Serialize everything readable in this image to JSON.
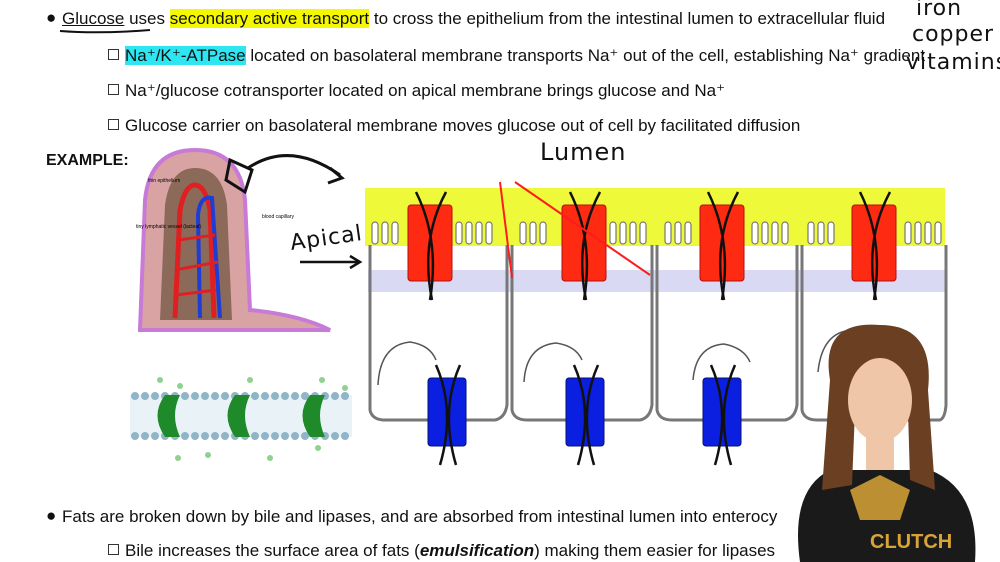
{
  "bullets": {
    "glucose": {
      "word": "Glucose",
      "uses": " uses ",
      "highlight": "secondary active transport",
      "rest": " to cross the epithelium from the intestinal lumen to extracellular fluid"
    },
    "sub1": {
      "highlight": "Na⁺/K⁺-ATPase",
      "rest": " located on basolateral membrane transports Na⁺ out of the cell, establishing Na⁺ gradient"
    },
    "sub2": {
      "text": "Na⁺/glucose cotransporter located on apical membrane brings glucose and Na⁺"
    },
    "sub3": {
      "text": "Glucose carrier on basolateral membrane moves glucose out of cell by facilitated diffusion"
    },
    "fats": {
      "text": "Fats are broken down by bile and lipases, and are absorbed from intestinal lumen into enterocy"
    },
    "bile": {
      "pre": "Bile increases the surface area of fats (",
      "em": "emulsification",
      "post": ") making them easier for lipases"
    }
  },
  "example_label": "EXAMPLE:",
  "handwriting": {
    "lumen": "Lumen",
    "apical": "Apical",
    "iron": "iron",
    "copper": "copper",
    "vitamins": "vitamins"
  },
  "villus_labels": {
    "thin_epithelium": "thin epithelium",
    "blood_capillary": "blood capillary",
    "lymphatic": "tiny lymphatic vessel (lacteal)"
  },
  "presenter_shirt_text": "CLUTCH",
  "colors": {
    "highlight_yellow": "#f4f800",
    "highlight_cyan": "#2ee6f2",
    "pump_red": "#ff2a12",
    "carrier_blue": "#0a1fe0",
    "membrane_band": "#d9d9f4"
  }
}
